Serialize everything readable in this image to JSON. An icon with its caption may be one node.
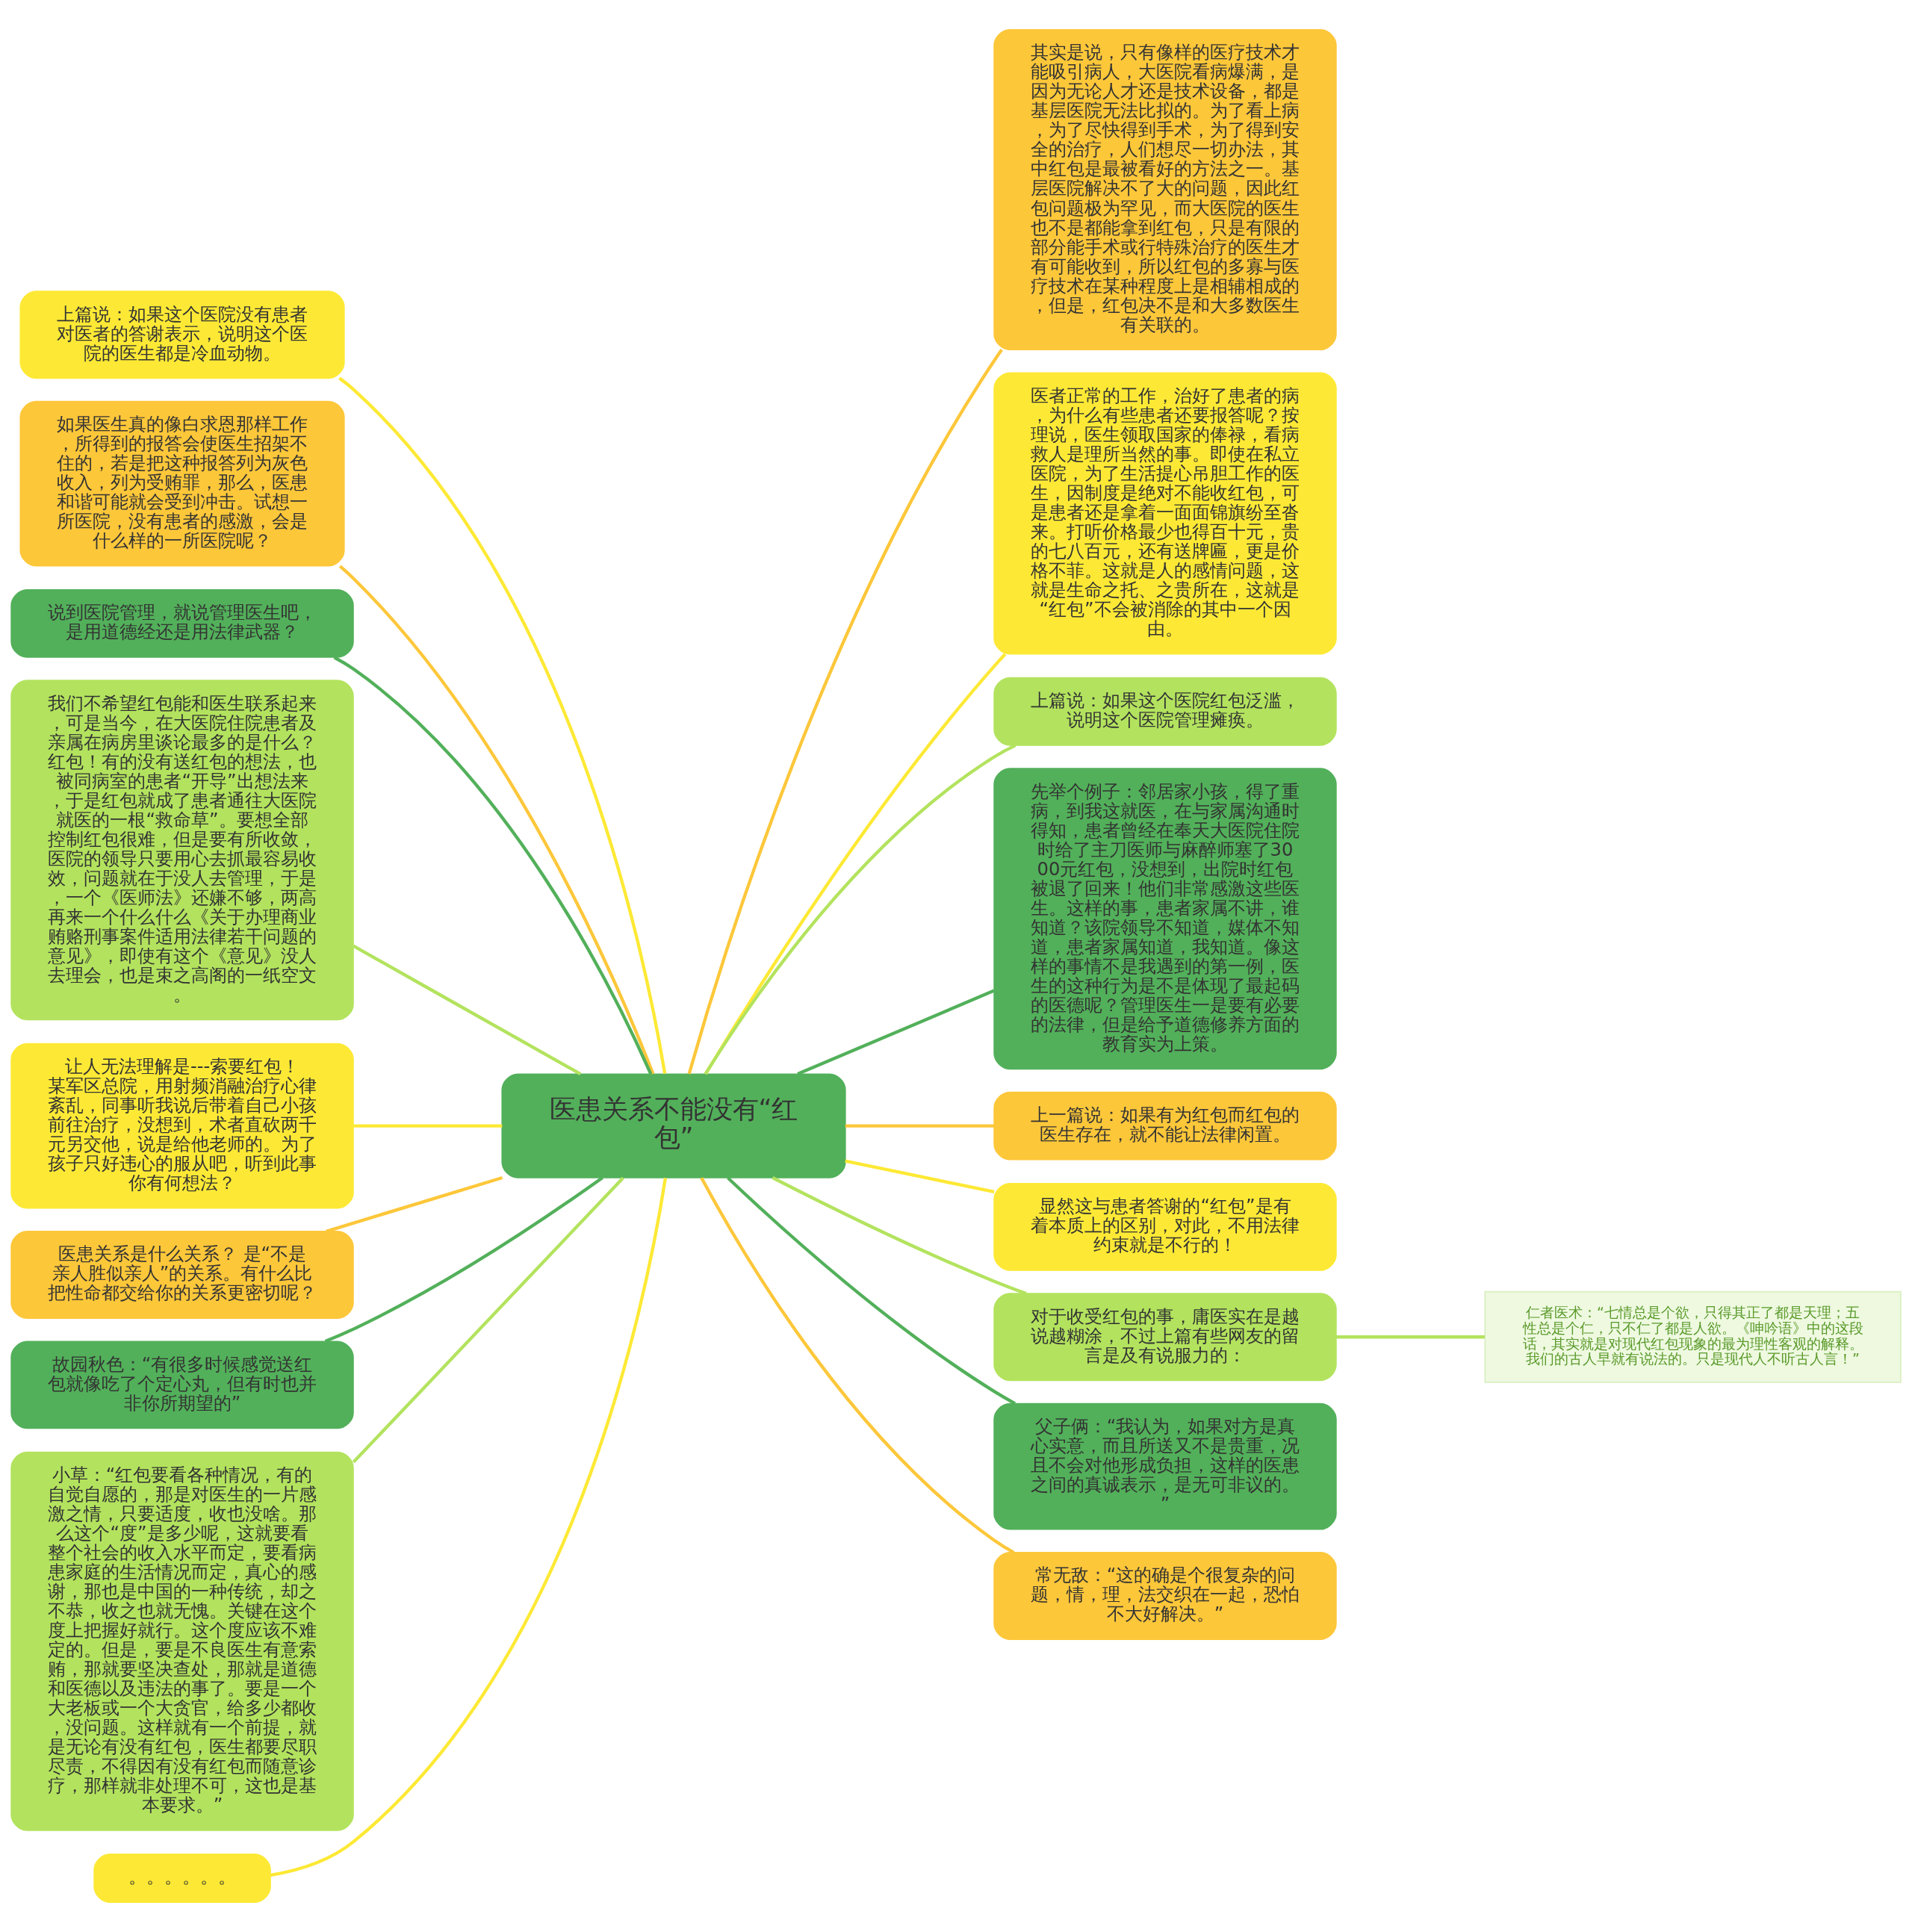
{
  "diagram": {
    "nodes": [
      {
        "text": [
          "医患关系不能没有“红包”"
        ]
      },
      {
        "text": [
          "上篇说：如果这个医院没有患者对医者的答谢表示，说明这个医院的医生都是冷血动物。"
        ]
      },
      {
        "text": [
          "如果医生真的像白求恩那样工作，所得到的报答会使医生招架不住的，若是把这种报答列为灰色收入，列为受贿罪，那么，医患和谐可能就会受到冲击。试想一所医院，没有患者的感激，会是什么样的一所医院呢？"
        ]
      },
      {
        "text": [
          "说到医院管理，就说管理医生吧，是用道德经还是用法律武器？"
        ]
      },
      {
        "text": [
          "我们不希望红包能和医生联系起来，可是当今，在大医院住院患者及亲属在病房里谈论最多的是什么？红包！有的没有送红包的想法，也被同病室的患者“开导”出想法来，于是红包就成了患者通往大医院就医的一根“救命草”。要想全部控制红包很难，但是要有所收敛，医院的领导只要用心去抓最容易收效，问题就在于没人去管理，于是，一个《医师法》还嫌不够，两高再来一个什么什么《关于办理商业贿赂刑事案件适用法律若干问题的意见》，即使有这个《意见》没人去理会，也是束之高阁的一纸空文。"
        ]
      },
      {
        "text": [
          "让人无法理解是---索要红包！某军区总院，用射频消融治疗心律紊乱，同事听我说后带着自己小孩前往治疗，没想到，术者直砍两千元另交他，说是给他老师的。为了孩子只好违心的服从吧，听到此事你有何想法？"
        ]
      },
      {
        "text": [
          "医患关系是什么关系？ 是“不是亲人胜似亲人”的关系。有什么比把性命都交给你的关系更密切呢？"
        ]
      },
      {
        "text": [
          "故园秋色：“有很多时候感觉送红包就像吃了个定心丸，但有时也并非你所期望的”"
        ]
      },
      {
        "text": [
          "小草：“红包要看各种情况，有的自觉自愿的，那是对医生的一片感激之情，只要适度，收也没啥。那么这个“度”是多少呢，这就要看整个社会的收入水平而定，要看病患家庭的生活情况而定，真心的感谢，那也是中国的一种传统，却之不恭，收之也就无愧。关键在这个度上把握好就行。这个度应该不难定的。但是，要是不良医生有意索贿，那就要坚决查处，那就是道德和医德以及违法的事了。要是一个大老板或一个大贪官，给多少都收，没问题。这样就有一个前提，就是无论有没有红包，医生都要尽职尽责，不得因有没有红包而随意诊疗，那样就非处理不可，这也是基本要求。”"
        ]
      },
      {
        "text": [
          "。。。。。。"
        ]
      },
      {
        "text": [
          "其实是说，只有像样的医疗技术才能吸引病人，大医院看病爆满，是因为无论人才还是技术设备，都是基层医院无法比拟的。为了看上病，为了尽快得到手术，为了得到安全的治疗，人们想尽一切办法，其中红包是最被看好的方法之一。基层医院解决不了大的问题，因此红包问题极为罕见，而大医院的医生也不是都能拿到红包，只是有限的部分能手术或行特殊治疗的医生才有可能收到，所以红包的多寡与医疗技术在某种程度上是相辅相成的，但是，红包决不是和大多数医生有关联的。"
        ]
      },
      {
        "text": [
          "医者正常的工作，治好了患者的病，为什么有些患者还要报答呢？按理说，医生领取国家的俸禄，看病救人是理所当然的事。即使在私立医院，为了生活提心吊胆工作的医生，因制度是绝对不能收红包，可是患者还是拿着一面面锦旗纷至沓来。打听价格最少也得百十元，贵的七八百元，还有送牌匾，更是价格不菲。这就是人的感情问题，这就是生命之托、之贵所在，这就是“红包”不会被消除的其中一个因由。"
        ]
      },
      {
        "text": [
          "上篇说：如果这个医院红包泛滥，说明这个医院管理瘫痪。"
        ]
      },
      {
        "text": [
          "先举个例子：邻居家小孩，得了重病，到我这就医，在与家属沟通时得知，患者曾经在奉天大医院住院时给了主刀医师与麻醉师塞了3000元红包，没想到，出院时红包被退了回来！他们非常感激这些医生。这样的事，患者家属不讲，谁知道？该院领导不知道，媒体不知道，患者家属知道，我知道。像这样的事情不是我遇到的第一例，医生的这种行为是不是体现了最起码的医德呢？管理医生一是要有必要的法律，但是给予道德修养方面的教育实为上策。"
        ]
      },
      {
        "text": [
          "上一篇说：如果有为红包而红包的医生存在，就不能让法律闲置。"
        ]
      },
      {
        "text": [
          "显然这与患者答谢的“红包”是有着本质上的区别，对此，不用法律约束就是不行的！"
        ]
      },
      {
        "text": [
          "对于收受红包的事，庸医实在是越说越糊涂，不过上篇有些网友的留言是及有说服力的："
        ]
      },
      {
        "text": [
          "仁者医术：“七情总是个欲，只得其正了都是天理；五性总是个仁，只不仁了都是人欲。《呻吟语》中的这段话，其实就是对现代红包现象的最为理性客观的解释。我们的古人早就有说法的。只是现代人不听古人言！”"
        ]
      },
      {
        "text": [
          "父子俩：“我认为，如果对方是真心实意，而且所送又不是贵重，况且不会对他形成负担，这样的医患之间的真诚表示，是无可非议的。”"
        ]
      },
      {
        "text": [
          "常无敌：“这的确是个很复杂的问题，情，理，法交织在一起，恐怕不大好解决。”"
        ]
      }
    ],
    "edges": [
      {
        "from": 0,
        "to": 1,
        "arrow": "none",
        "color": "#fde935"
      },
      {
        "from": 0,
        "to": 2,
        "arrow": "none",
        "color": "#fdc73a"
      },
      {
        "from": 0,
        "to": 3,
        "arrow": "none",
        "color": "#52b05a"
      },
      {
        "from": 0,
        "to": 4,
        "arrow": "none",
        "color": "#b3e35e"
      },
      {
        "from": 0,
        "to": 5,
        "arrow": "none",
        "color": "#fde935"
      },
      {
        "from": 0,
        "to": 6,
        "arrow": "none",
        "color": "#fdc73a"
      },
      {
        "from": 0,
        "to": 7,
        "arrow": "none",
        "color": "#52b05a"
      },
      {
        "from": 0,
        "to": 8,
        "arrow": "none",
        "color": "#b3e35e"
      },
      {
        "from": 0,
        "to": 9,
        "arrow": "none",
        "color": "#fde935"
      },
      {
        "from": 0,
        "to": 10,
        "arrow": "none",
        "color": "#fdc73a"
      },
      {
        "from": 0,
        "to": 11,
        "arrow": "none",
        "color": "#fde935"
      },
      {
        "from": 0,
        "to": 12,
        "arrow": "none",
        "color": "#b3e35e"
      },
      {
        "from": 0,
        "to": 13,
        "arrow": "none",
        "color": "#52b05a"
      },
      {
        "from": 0,
        "to": 14,
        "arrow": "none",
        "color": "#fdc73a"
      },
      {
        "from": 0,
        "to": 15,
        "arrow": "none",
        "color": "#fde935"
      },
      {
        "from": 0,
        "to": 16,
        "arrow": "none",
        "color": "#b3e35e"
      },
      {
        "from": 16,
        "to": 17,
        "arrow": "none",
        "color": "#b3e35e"
      },
      {
        "from": 0,
        "to": 18,
        "arrow": "none",
        "color": "#52b05a"
      },
      {
        "from": 0,
        "to": 19,
        "arrow": "none",
        "color": "#fdc73a"
      }
    ]
  }
}
